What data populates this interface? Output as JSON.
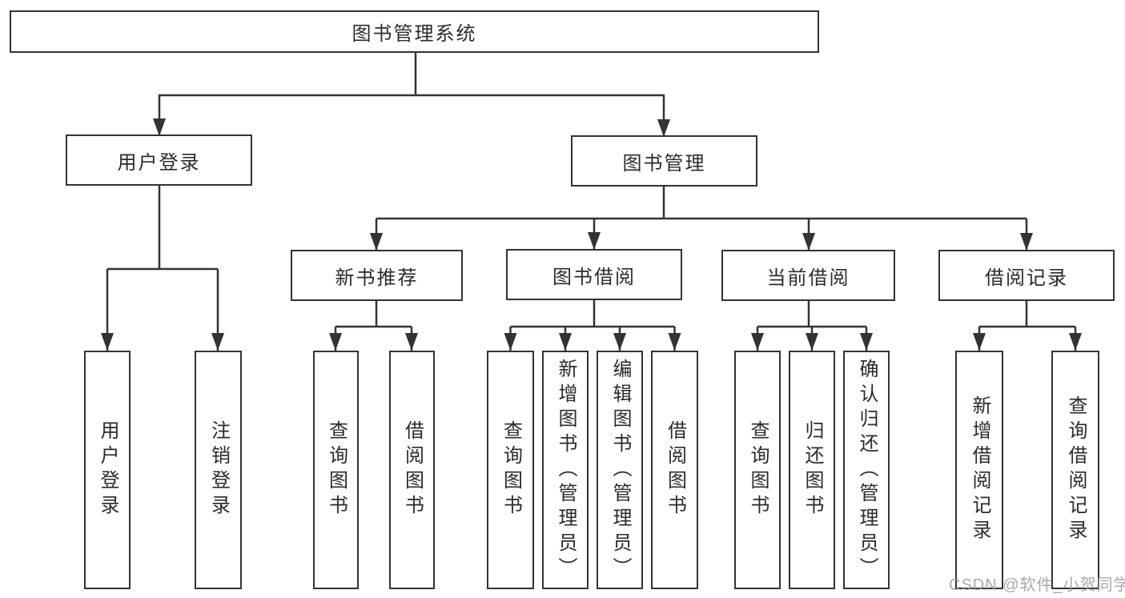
{
  "colors": {
    "background": "#ffffff",
    "line": "#333333",
    "box_border": "#333333",
    "text": "#2b2b2b",
    "watermark": "#999999"
  },
  "watermark": {
    "text": "CSDN @软件_小贺同学"
  },
  "tree": {
    "root": {
      "label": "图书管理系统"
    },
    "branches": [
      {
        "label": "用户登录",
        "children": [
          {
            "label": "用户登录"
          },
          {
            "label": "注销登录"
          }
        ]
      },
      {
        "label": "图书管理",
        "groups": [
          {
            "label": "新书推荐",
            "children": [
              {
                "label": "查询图书"
              },
              {
                "label": "借阅图书"
              }
            ]
          },
          {
            "label": "图书借阅",
            "children": [
              {
                "label": "查询图书"
              },
              {
                "label": "新增图书（管理员）"
              },
              {
                "label": "编辑图书（管理员）"
              },
              {
                "label": "借阅图书"
              }
            ]
          },
          {
            "label": "当前借阅",
            "children": [
              {
                "label": "查询图书"
              },
              {
                "label": "归还图书"
              },
              {
                "label": "确认归还（管理员）"
              }
            ]
          },
          {
            "label": "借阅记录",
            "children": [
              {
                "label": "新增借阅记录"
              },
              {
                "label": "查询借阅记录"
              }
            ]
          }
        ]
      }
    ]
  }
}
